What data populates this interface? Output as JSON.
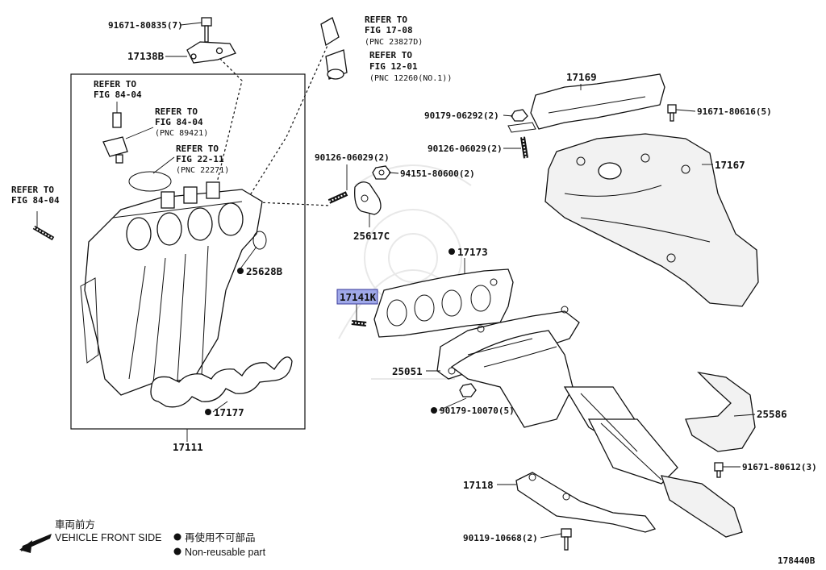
{
  "diagram_id": "178440B",
  "legend": {
    "direction_cn": "車両前方",
    "direction_en": "VEHICLE FRONT SIDE",
    "non_reusable_cn": "再使用不可部品",
    "non_reusable_en": "Non-reusable part"
  },
  "refers": {
    "r1": [
      "REFER TO",
      "FIG 84-04"
    ],
    "r2": [
      "REFER TO",
      "FIG 84-04",
      "(PNC 89421)"
    ],
    "r3": [
      "REFER TO",
      "FIG 22-11",
      "(PNC 22271)"
    ],
    "r4": [
      "REFER TO",
      "FIG 84-04"
    ],
    "r5": [
      "REFER TO",
      "FIG 17-08",
      "(PNC 23827D)"
    ],
    "r6": [
      "REFER TO",
      "FIG 12-01",
      "(PNC 12260(NO.1))"
    ]
  },
  "parts": {
    "p91671_80835": "91671-80835(7)",
    "p17138b": "17138B",
    "p17111": "17111",
    "p17177": "17177",
    "p25628b": "25628B",
    "p90126_left": "90126-06029(2)",
    "p94151": "94151-80600(2)",
    "p25617c": "25617C",
    "p17173": "17173",
    "p17141k": "17141K",
    "p25051": "25051",
    "p90179_10070": "90179-10070(5)",
    "p17169": "17169",
    "p90179_06292": "90179-06292(2)",
    "p90126_right": "90126-06029(2)",
    "p91671_80616": "91671-80616(5)",
    "p17167": "17167",
    "p25586": "25586",
    "p91671_80612": "91671-80612(3)",
    "p17118": "17118",
    "p90119": "90119-10668(2)"
  },
  "highlight_color": "#9fa8e8"
}
